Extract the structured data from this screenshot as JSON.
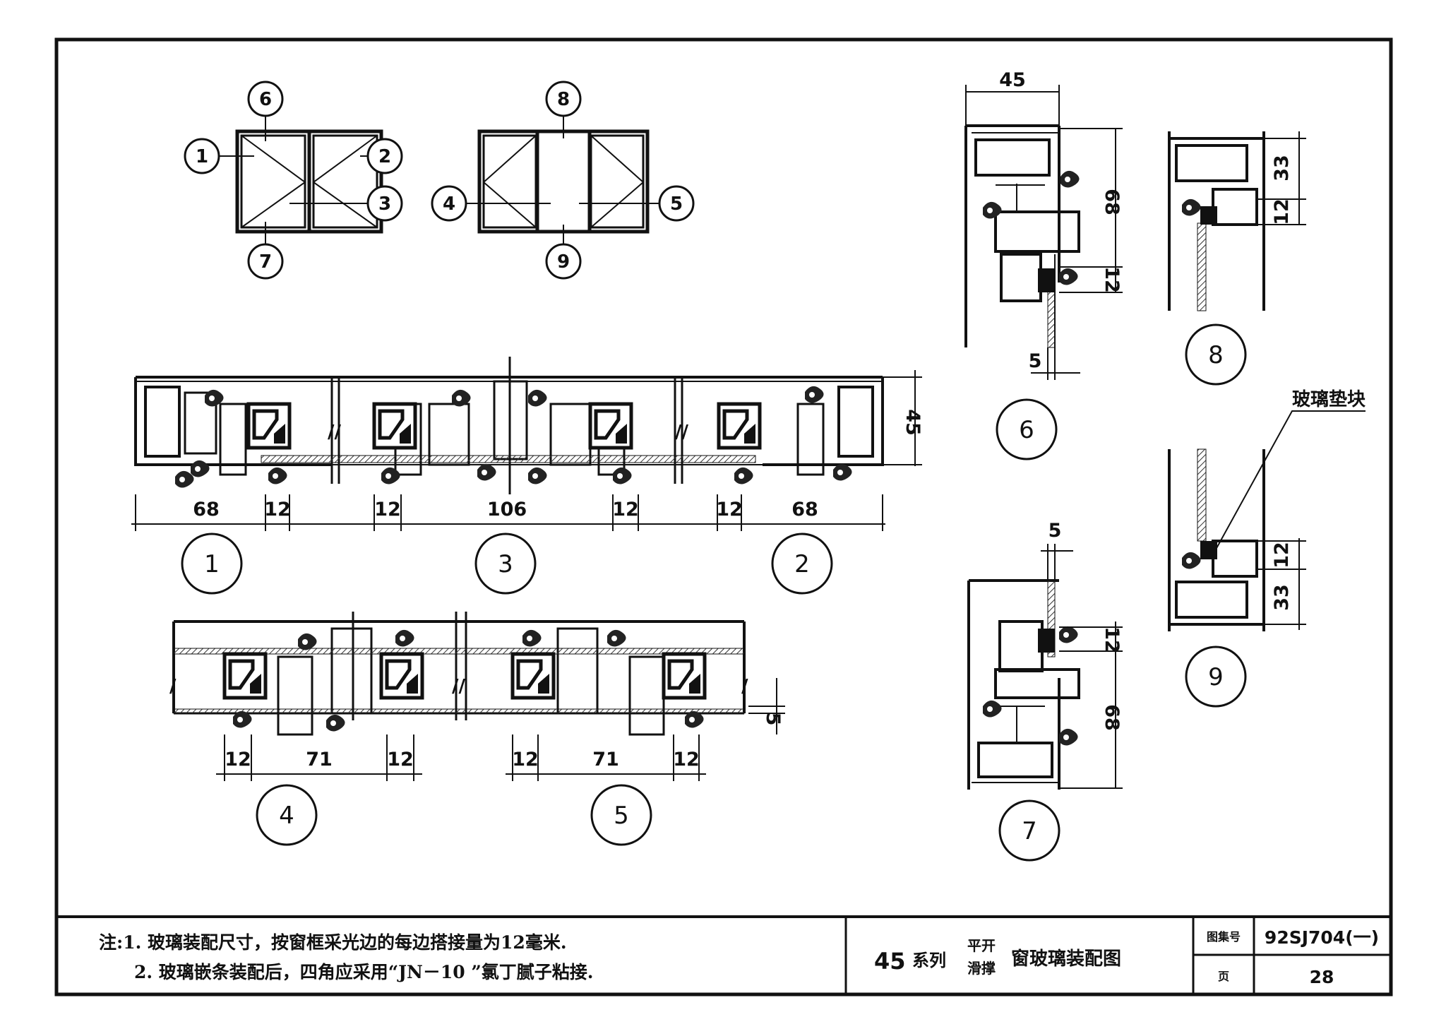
{
  "drawing": {
    "notes": {
      "line1": "注:1. 玻璃装配尺寸，按窗框采光边的每边搭接量为12毫米.",
      "line2": "2. 玻璃嵌条装配后，四角应采用“JN－10 ”氯丁腻子粘接."
    },
    "title": {
      "series": "45",
      "series_suffix": "系列",
      "type_top": "平开",
      "type_bottom": "滑撑",
      "name": "窗玻璃装配图"
    },
    "atlas_label": "图集号",
    "atlas_number": "92SJ704(一)",
    "page_label": "页",
    "page_number": "28",
    "glass_block_label": "玻璃垫块",
    "marker_labels": [
      "1",
      "2",
      "3",
      "4",
      "5",
      "6",
      "7",
      "8",
      "9"
    ],
    "dimensions": {
      "sec1_width": "68",
      "sec1_lap": "12",
      "sec3_lap_left": "12",
      "sec3_width": "106",
      "sec3_lap_right": "12",
      "sec2_lap": "12",
      "sec2_width": "68",
      "row1_height": "45",
      "sec4_lap_left": "12",
      "sec4_width": "71",
      "sec4_lap_right": "12",
      "sec5_lap_left": "12",
      "sec5_width": "71",
      "sec5_lap_right": "12",
      "row2_glass": "5",
      "sec6_top": "45",
      "sec6_height": "68",
      "sec6_lap": "12",
      "sec6_glass": "5",
      "sec7_glass": "5",
      "sec7_lap": "12",
      "sec7_height": "68",
      "sec8_frame": "33",
      "sec8_lap": "12",
      "sec9_lap": "12",
      "sec9_frame": "33"
    }
  }
}
